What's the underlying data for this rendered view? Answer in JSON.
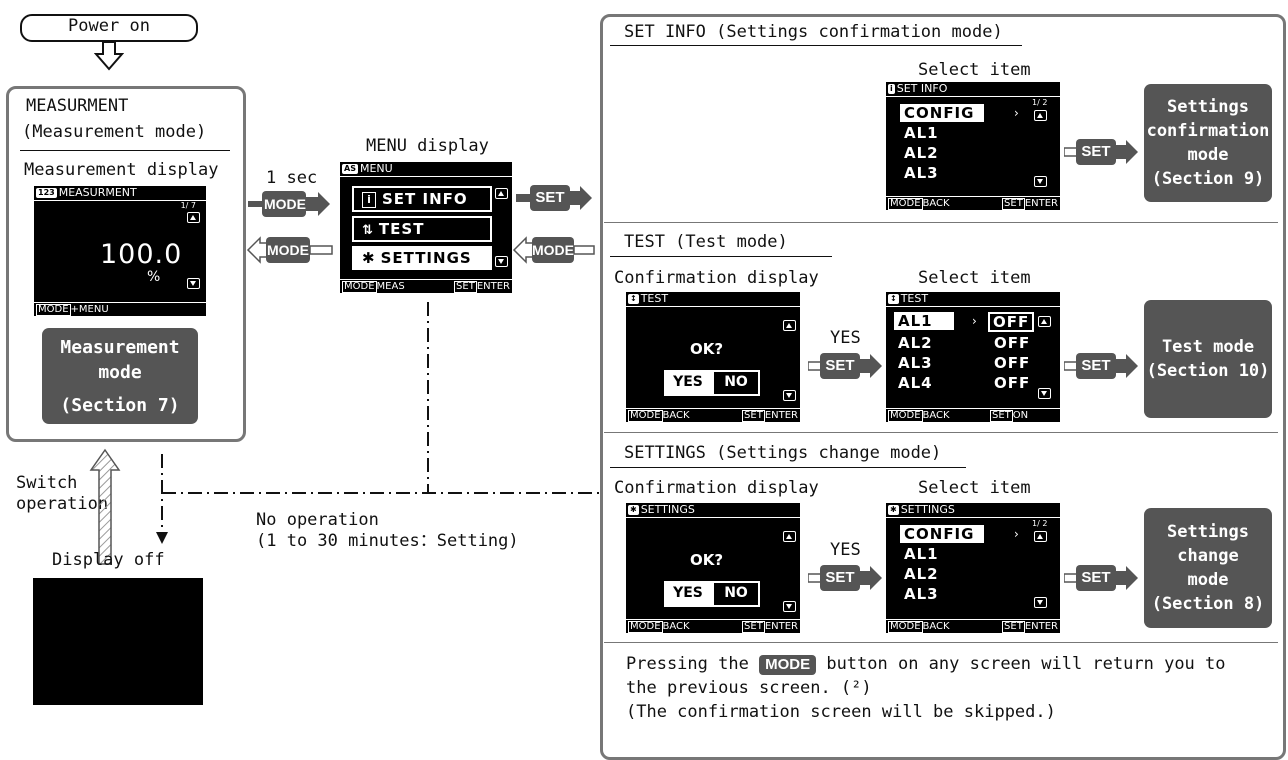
{
  "power_on": "Power on",
  "measurement_panel": {
    "title1": "MEASURMENT",
    "title2": "(Measurement mode)",
    "display_label": "Measurement display",
    "screen": {
      "title": "MEASURMENT",
      "title_icon": "123",
      "page": "1/ 7",
      "value": "100.0",
      "unit": "%",
      "foot_key": "MODE",
      "foot_text": "+MENU"
    },
    "box_line1": "Measurement",
    "box_line2": "mode",
    "box_line3": "(Section 7)"
  },
  "switch_operation": [
    "Switch",
    "operation"
  ],
  "display_off": "Display off",
  "no_operation": [
    "No operation",
    "(1 to 30 minutes：Setting)"
  ],
  "one_sec": "1 sec",
  "keys": {
    "mode": "MODE",
    "set": "SET"
  },
  "menu": {
    "label": "MENU display",
    "screen_title": "MENU",
    "title_icon": "AS",
    "items": [
      "SET INFO",
      "TEST",
      "SETTINGS"
    ],
    "item_icons": [
      "i",
      "⇅",
      "✱"
    ],
    "foot_left_key": "MODE",
    "foot_left": "MEAS",
    "foot_right_key": "SET",
    "foot_right": "ENTER"
  },
  "set_info": {
    "header": "SET INFO (Settings confirmation mode)",
    "select_label": "Select item",
    "screen_title": "SET INFO",
    "page": "1/ 2",
    "items": [
      "CONFIG",
      "AL1",
      "AL2",
      "AL3"
    ],
    "foot_left": "BACK",
    "foot_right": "ENTER",
    "box": [
      "Settings",
      "confirmation",
      "mode",
      "(Section 9)"
    ]
  },
  "test": {
    "header": "TEST (Test mode)",
    "confirm_label": "Confirmation display",
    "select_label": "Select item",
    "confirm_title": "TEST",
    "ok": "OK?",
    "yes": "YES",
    "no": "NO",
    "yes_label": "YES",
    "items": [
      "AL1",
      "AL2",
      "AL3",
      "AL4"
    ],
    "values": [
      "OFF",
      "OFF",
      "OFF",
      "OFF"
    ],
    "foot_left": "BACK",
    "foot_right_confirm": "ENTER",
    "foot_right_select": "ON",
    "box": [
      "Test mode",
      "(Section 10)"
    ]
  },
  "settings": {
    "header": "SETTINGS (Settings change mode)",
    "confirm_label": "Confirmation display",
    "select_label": "Select item",
    "screen_title": "SETTINGS",
    "ok": "OK?",
    "yes": "YES",
    "no": "NO",
    "yes_label": "YES",
    "page": "1/ 2",
    "items": [
      "CONFIG",
      "AL1",
      "AL2",
      "AL3"
    ],
    "foot_left": "BACK",
    "foot_right": "ENTER",
    "box": [
      "Settings",
      "change",
      "mode",
      "(Section 8)"
    ]
  },
  "note": {
    "line1_a": "Pressing the",
    "line1_key": "MODE",
    "line1_b": "button on any screen will return you to",
    "line2": "the previous screen. (²)",
    "line3": "(The confirmation screen will be skipped.)"
  }
}
